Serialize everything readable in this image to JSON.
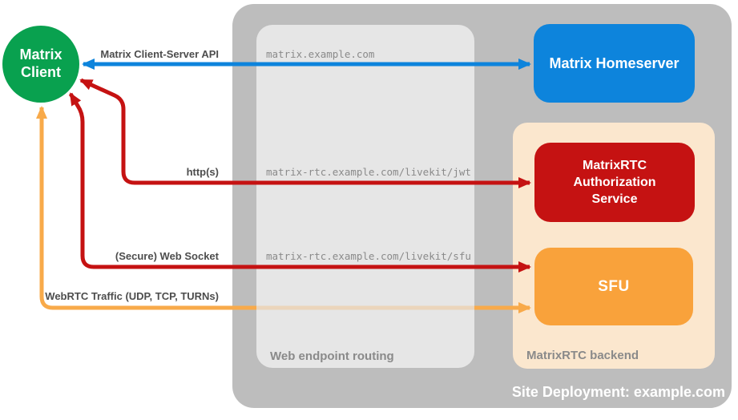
{
  "site": {
    "title": "Site Deployment: example.com"
  },
  "client": {
    "label": "Matrix Client"
  },
  "homeserver": {
    "label": "Matrix Homeserver"
  },
  "routing": {
    "label": "Web endpoint routing"
  },
  "backend": {
    "label": "MatrixRTC backend",
    "auth_service": {
      "label": "MatrixRTC Authorization Service"
    },
    "sfu": {
      "label": "SFU"
    }
  },
  "connections": [
    {
      "label": "Matrix Client-Server API",
      "endpoint": "matrix.example.com",
      "color": "#0D84DC"
    },
    {
      "label": "http(s)",
      "endpoint": "matrix-rtc.example.com/livekit/jwt",
      "color": "#C51212"
    },
    {
      "label": "(Secure) Web Socket",
      "endpoint": "matrix-rtc.example.com/livekit/sfu",
      "color": "#C51212"
    },
    {
      "label": "WebRTC Traffic (UDP, TCP, TURNs)",
      "endpoint": "",
      "color": "#F8AA4A"
    }
  ],
  "colors": {
    "client_green": "#09A14F",
    "homeserver_blue": "#0D84DC",
    "auth_red": "#C51212",
    "sfu_orange": "#F9A23B",
    "arrow_blue": "#0D84DC",
    "arrow_red": "#C51212",
    "arrow_orange": "#F8AA4A",
    "backend_peach": "#FBE7CE",
    "container_gray": "#BDBDBD",
    "routing_gray": "#E6E6E6",
    "label_dark": "#4D4D4D",
    "label_light": "#8A8A8A"
  }
}
